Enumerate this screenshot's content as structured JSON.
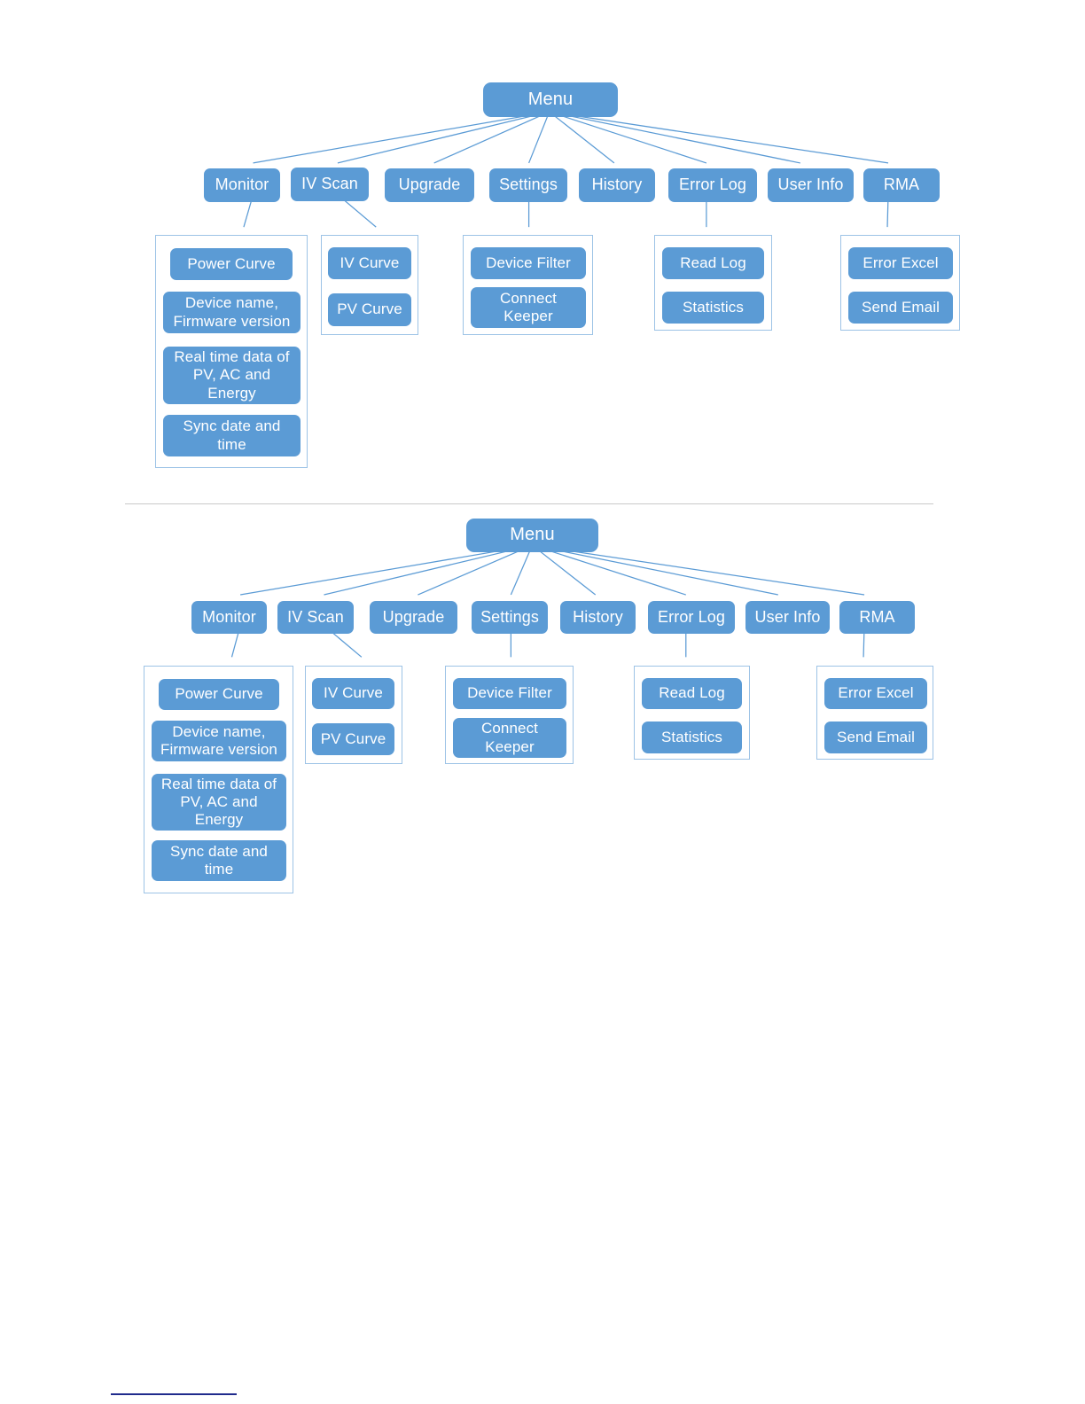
{
  "document": {
    "title": "Menu Hierarchy Diagram",
    "background_color": "#ffffff",
    "node_fill_color": "#5B9BD5",
    "node_text_color": "#ffffff",
    "connector_color": "#5B9BD5",
    "group_border_color": "#9DC3E6",
    "divider_color": "#c9c9c9",
    "footnote_rule_color": "#1F2B8C"
  },
  "diagrams": [
    {
      "id": "diagram-top",
      "root": {
        "label": "Menu"
      },
      "level2": [
        {
          "id": "monitor",
          "label": "Monitor"
        },
        {
          "id": "iv-scan",
          "label": "IV Scan"
        },
        {
          "id": "upgrade",
          "label": "Upgrade"
        },
        {
          "id": "settings",
          "label": "Settings"
        },
        {
          "id": "history",
          "label": "History"
        },
        {
          "id": "error-log",
          "label": "Error Log"
        },
        {
          "id": "user-info",
          "label": "User Info"
        },
        {
          "id": "rma",
          "label": "RMA"
        }
      ],
      "groups": [
        {
          "id": "monitor-group",
          "parent": "Monitor",
          "leaves": [
            "Power Curve",
            "Device name, Firmware version",
            "Real time data of PV, AC and Energy",
            "Sync date and time"
          ]
        },
        {
          "id": "iv-scan-group",
          "parent": "IV Scan",
          "leaves": [
            "IV Curve",
            "PV Curve"
          ]
        },
        {
          "id": "settings-group",
          "parent": "Settings",
          "leaves": [
            "Device Filter",
            "Connect Keeper"
          ]
        },
        {
          "id": "error-log-group",
          "parent": "Error Log",
          "leaves": [
            "Read Log",
            "Statistics"
          ]
        },
        {
          "id": "rma-group",
          "parent": "RMA",
          "leaves": [
            "Error Excel",
            "Send Email"
          ]
        }
      ]
    },
    {
      "id": "diagram-bottom",
      "root": {
        "label": "Menu"
      },
      "level2": [
        {
          "id": "monitor",
          "label": "Monitor"
        },
        {
          "id": "iv-scan",
          "label": "IV Scan"
        },
        {
          "id": "upgrade",
          "label": "Upgrade"
        },
        {
          "id": "settings",
          "label": "Settings"
        },
        {
          "id": "history",
          "label": "History"
        },
        {
          "id": "error-log",
          "label": "Error Log"
        },
        {
          "id": "user-info",
          "label": "User Info"
        },
        {
          "id": "rma",
          "label": "RMA"
        }
      ],
      "groups": [
        {
          "id": "monitor-group",
          "parent": "Monitor",
          "leaves": [
            "Power Curve",
            "Device name, Firmware version",
            "Real time data of PV, AC and Energy",
            "Sync date and time"
          ]
        },
        {
          "id": "iv-scan-group",
          "parent": "IV Scan",
          "leaves": [
            "IV Curve",
            "PV Curve"
          ]
        },
        {
          "id": "settings-group",
          "parent": "Settings",
          "leaves": [
            "Device Filter",
            "Connect Keeper"
          ]
        },
        {
          "id": "error-log-group",
          "parent": "Error Log",
          "leaves": [
            "Read Log",
            "Statistics"
          ]
        },
        {
          "id": "rma-group",
          "parent": "RMA",
          "leaves": [
            "Error Excel",
            "Send Email"
          ]
        }
      ]
    }
  ]
}
